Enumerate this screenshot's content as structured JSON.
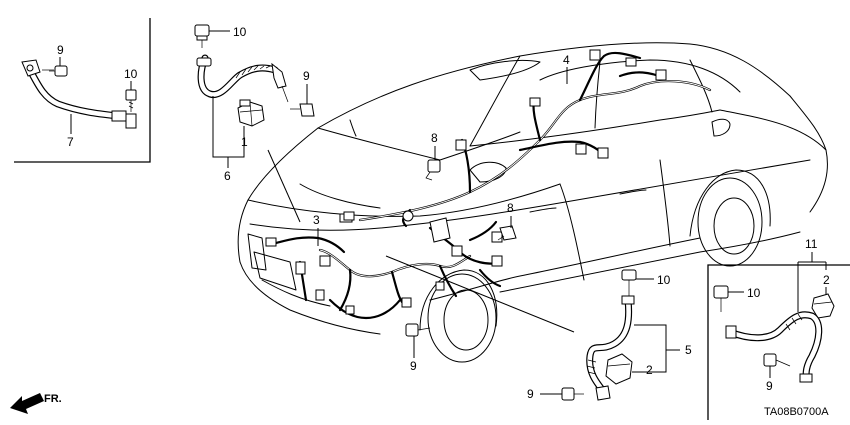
{
  "diagram": {
    "code": "TA08B0700A",
    "direction_label": "FR.",
    "callouts": {
      "inset_left_9": "9",
      "inset_left_10": "10",
      "inset_left_7": "7",
      "top_10": "10",
      "top_9": "9",
      "top_1": "1",
      "top_6": "6",
      "main_3": "3",
      "main_4": "4",
      "main_8_upper": "8",
      "main_8_lower": "8",
      "main_9_bottom": "9",
      "battery_10": "10",
      "battery_5": "5",
      "battery_2": "2",
      "battery_9": "9",
      "inset_right_11": "11",
      "inset_right_2": "2",
      "inset_right_10": "10",
      "inset_right_9": "9"
    }
  }
}
